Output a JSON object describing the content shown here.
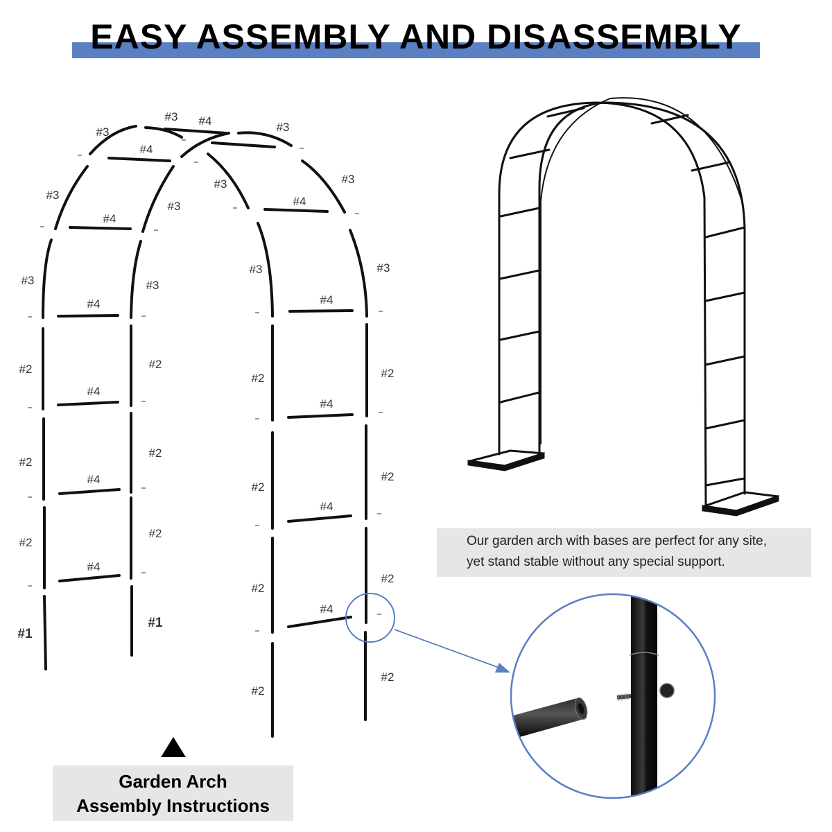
{
  "header": {
    "title": "EASY ASSEMBLY AND DISASSEMBLY",
    "accent_color": "#5a7fc2"
  },
  "diagram": {
    "part_labels": {
      "base_pole": "#1",
      "straight_pole": "#2",
      "curved_pole": "#3",
      "crossbar": "#4"
    }
  },
  "caption": {
    "line1": "Our garden arch with bases are perfect for any site,",
    "line2": "yet stand stable without any special support."
  },
  "instructions_label": {
    "line1": "Garden Arch",
    "line2": "Assembly Instructions"
  },
  "icons": [
    "triangle-up-icon",
    "magnifier-callout-icon",
    "connector-screw-icon"
  ]
}
